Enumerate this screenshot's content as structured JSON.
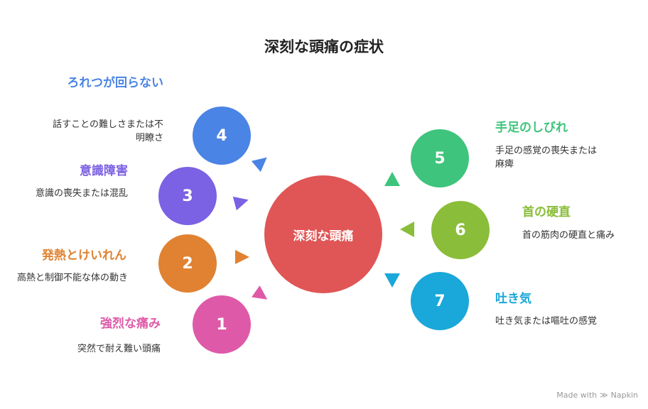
{
  "title": "深刻な頭痛の症状",
  "center_label": "深刻な頭痛",
  "items": [
    {
      "number": "1",
      "heading": "強烈な痛み",
      "description": "突然で耐え難い頭痛",
      "color": "#de5aa8"
    },
    {
      "number": "2",
      "heading": "発熱とけいれん",
      "description": "高熱と制御不能な体の動き",
      "color": "#e08232"
    },
    {
      "number": "3",
      "heading": "意識障害",
      "description": "意識の喪失または混乱",
      "color": "#7b61e3"
    },
    {
      "number": "4",
      "heading": "ろれつが回らない",
      "description": "話すことの難しさまたは不明瞭さ",
      "color": "#4a84e4"
    },
    {
      "number": "5",
      "heading": "手足のしびれ",
      "description": "手足の感覚の喪失または麻痺",
      "color": "#3ec47c"
    },
    {
      "number": "6",
      "heading": "首の硬直",
      "description": "首の筋肉の硬直と痛み",
      "color": "#8abd3a"
    },
    {
      "number": "7",
      "heading": "吐き気",
      "description": "吐き気または嘔吐の感覚",
      "color": "#1aa7d9"
    }
  ],
  "watermark": {
    "prefix": "Made with",
    "brand": "Napkin"
  }
}
